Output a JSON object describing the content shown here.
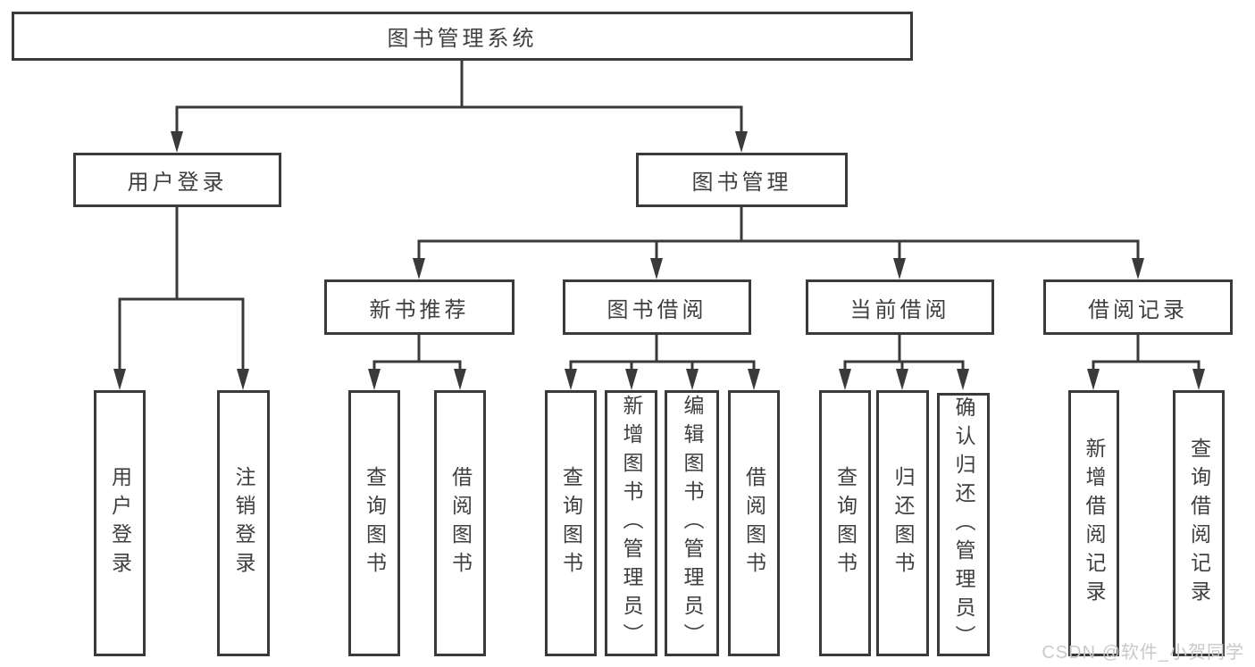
{
  "chart": {
    "root": {
      "label": "图书管理系统"
    },
    "branches": [
      {
        "label": "用户登录",
        "children": [
          {
            "label": "用户登录"
          },
          {
            "label": "注销登录"
          }
        ]
      },
      {
        "label": "图书管理",
        "children": [
          {
            "label": "新书推荐",
            "children": [
              {
                "label": "查询图书"
              },
              {
                "label": "借阅图书"
              }
            ]
          },
          {
            "label": "图书借阅",
            "children": [
              {
                "label": "查询图书"
              },
              {
                "label": "新增图书（管理员）"
              },
              {
                "label": "编辑图书（管理员）"
              },
              {
                "label": "借阅图书"
              }
            ]
          },
          {
            "label": "当前借阅",
            "children": [
              {
                "label": "查询图书"
              },
              {
                "label": "归还图书"
              },
              {
                "label": "确认归还（管理员）"
              }
            ]
          },
          {
            "label": "借阅记录",
            "children": [
              {
                "label": "新增借阅记录"
              },
              {
                "label": "查询借阅记录"
              }
            ]
          }
        ]
      }
    ]
  },
  "watermark": {
    "text": "CSDN @软件_小贺同学"
  },
  "colors": {
    "line": "#3a3a3a",
    "text": "#3f3f3f",
    "watermark": "#c9c9c9",
    "bg": "#ffffff"
  }
}
